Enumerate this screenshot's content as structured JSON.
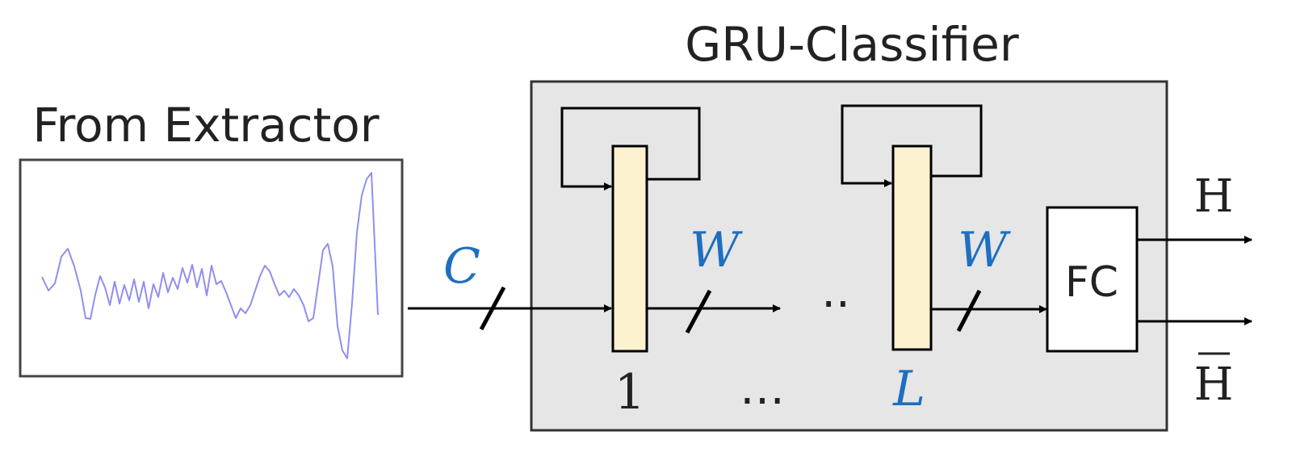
{
  "labels": {
    "input_title": "From Extractor",
    "classifier_title": "GRU-Classifier",
    "input_dim": "C",
    "hidden_dim_1": "W",
    "hidden_dim_2": "W",
    "layer_first": "1",
    "layer_ellipsis": "…",
    "layer_last": "L",
    "seq_ellipsis": "··",
    "fc": "FC",
    "output_h": "H",
    "output_h_bar": "H"
  },
  "colors": {
    "panel_fill": "#e6e6e6",
    "gru_cell_fill": "#fdf2d0",
    "waveform": "#8f8ff0",
    "accent_blue": "#1f6fc0",
    "stroke": "#000000"
  }
}
